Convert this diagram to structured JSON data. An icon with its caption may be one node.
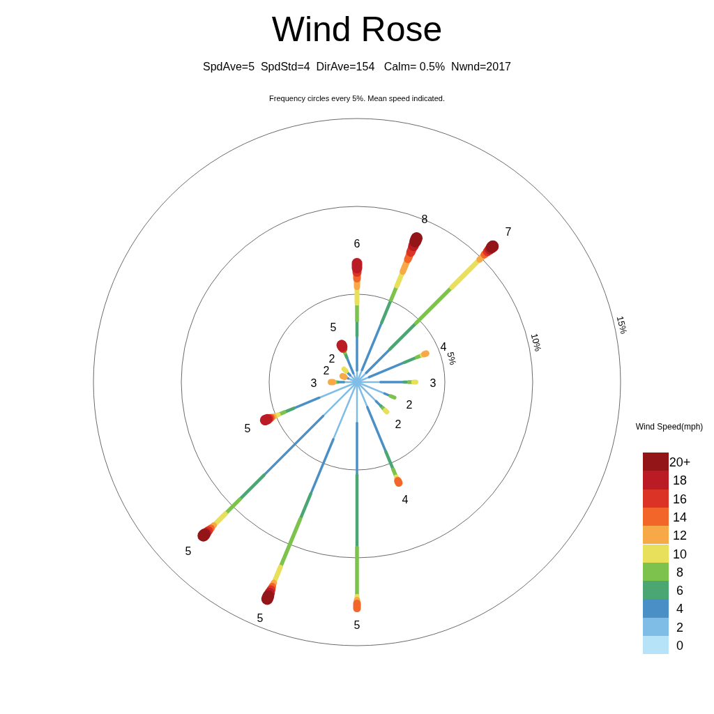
{
  "diagram": {
    "title": "Wind Rose",
    "labels": [
      "SpdAve=5  SpdStd=4  DirAve=154   Calm= 0.5%  Nwnd=2017",
      "Frequency circles every 5%. Mean speed indicated.",
      "8",
      "7",
      "6",
      "15%",
      "5",
      "10%",
      "4",
      "5%",
      "2",
      "2",
      "3",
      "3",
      "2",
      "2",
      "Wind Speed(mph)",
      "5",
      "4",
      "5",
      "5",
      "5"
    ],
    "legend": [
      {
        "text": "20+",
        "color": "#931518"
      },
      {
        "text": "18",
        "color": "#bb1b24"
      },
      {
        "text": "16",
        "color": "#dc3327"
      },
      {
        "text": "14",
        "color": "#f26629"
      },
      {
        "text": "12",
        "color": "#f8a947"
      },
      {
        "text": "10",
        "color": "#e8e05a"
      },
      {
        "text": "8",
        "color": "#7cc24d"
      },
      {
        "text": "6",
        "color": "#4aa673"
      },
      {
        "text": "4",
        "color": "#4a8fc6"
      },
      {
        "text": "2",
        "color": "#7fbde6"
      },
      {
        "text": "0",
        "color": "#b6e3f7"
      }
    ]
  }
}
